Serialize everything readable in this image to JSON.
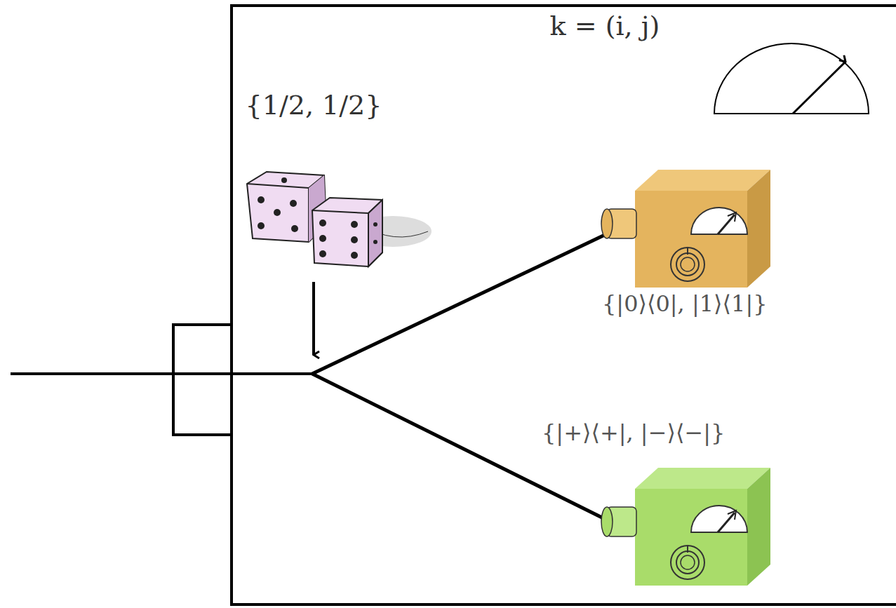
{
  "diagram": {
    "nodes": [
      {
        "text": [
          "{|0⟩⟨0|, |1⟩⟨1|}"
        ]
      },
      {
        "text": [
          "{|+⟩⟨+|, |−⟩⟨−|}"
        ]
      }
    ],
    "labels": [
      "k = (i, j)",
      "{1/2, 1/2}"
    ]
  }
}
